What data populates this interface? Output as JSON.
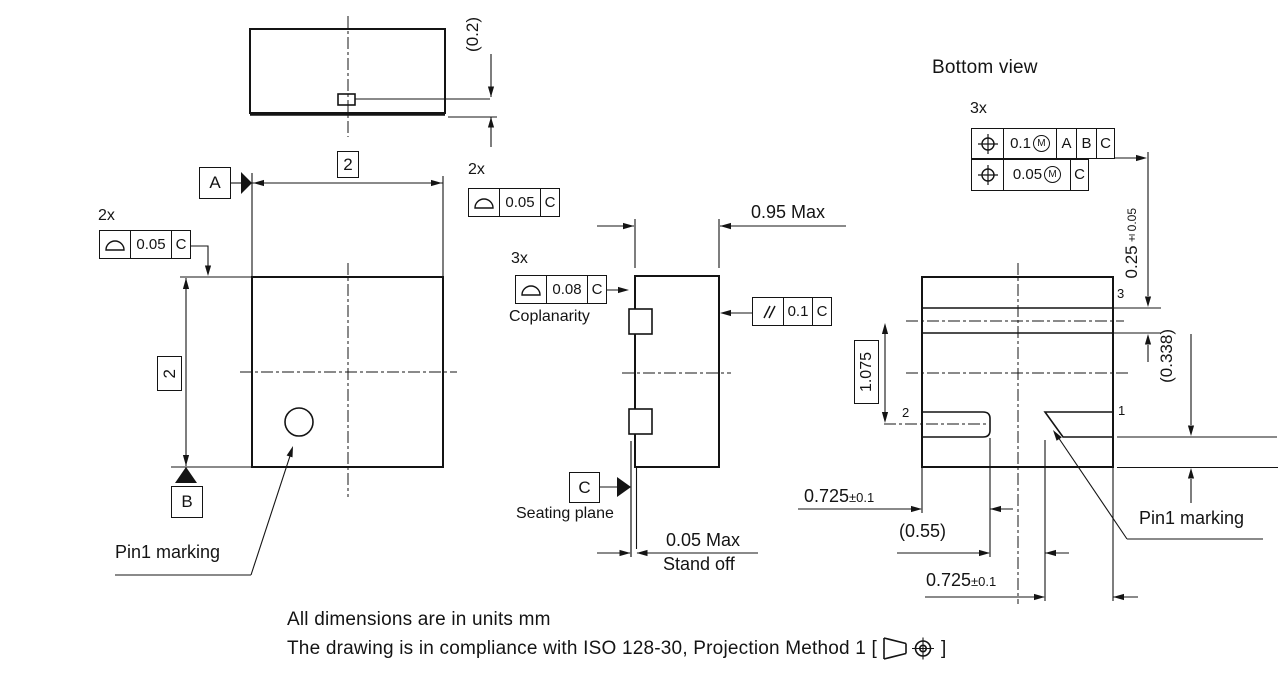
{
  "notes": {
    "line1": "All dimensions are in units mm",
    "line2_prefix": "The drawing is in compliance with ISO 128-30, Projection Method 1 [",
    "line2_suffix": "]"
  },
  "front_view": {
    "dim_marking_height": "(0.2)"
  },
  "top_view": {
    "datum_a": "A",
    "datum_b": "B",
    "dim_width": "2",
    "dim_height": "2",
    "fcf_right": {
      "qty": "2x",
      "tolerance": "0.05",
      "datum": "C"
    },
    "fcf_left": {
      "qty": "2x",
      "tolerance": "0.05",
      "datum": "C"
    },
    "pin1_label": "Pin1 marking"
  },
  "side_view": {
    "dim_width": "0.95 Max",
    "fcf_coplanarity": {
      "qty": "3x",
      "tolerance": "0.08",
      "datum": "C",
      "caption": "Coplanarity"
    },
    "fcf_parallelism": {
      "tolerance": "0.1",
      "datum": "C"
    },
    "datum_c": "C",
    "seating_plane_label": "Seating plane",
    "standoff_dim": "0.05 Max",
    "standoff_label": "Stand off"
  },
  "bottom_view": {
    "title": "Bottom view",
    "fcf_position": {
      "qty": "3x",
      "rows": [
        {
          "tolerance": "0.1",
          "modifier": "M",
          "datum1": "A",
          "datum2": "B",
          "datum3": "C"
        },
        {
          "tolerance": "0.05",
          "modifier": "M",
          "datum1": "C"
        }
      ]
    },
    "dim_pad3_width": {
      "value": "0.25",
      "tol": "±0.05"
    },
    "dim_pad_to_edge": "(0.338)",
    "dim_row_pitch": "1.075",
    "pin_labels": {
      "pin1": "1",
      "pin2": "2",
      "pin3": "3"
    },
    "dim_left": {
      "value": "0.725",
      "tol": "±0.1"
    },
    "dim_gap": "(0.55)",
    "dim_right": {
      "value": "0.725",
      "tol": "±0.1"
    },
    "pin1_label": "Pin1 marking"
  }
}
